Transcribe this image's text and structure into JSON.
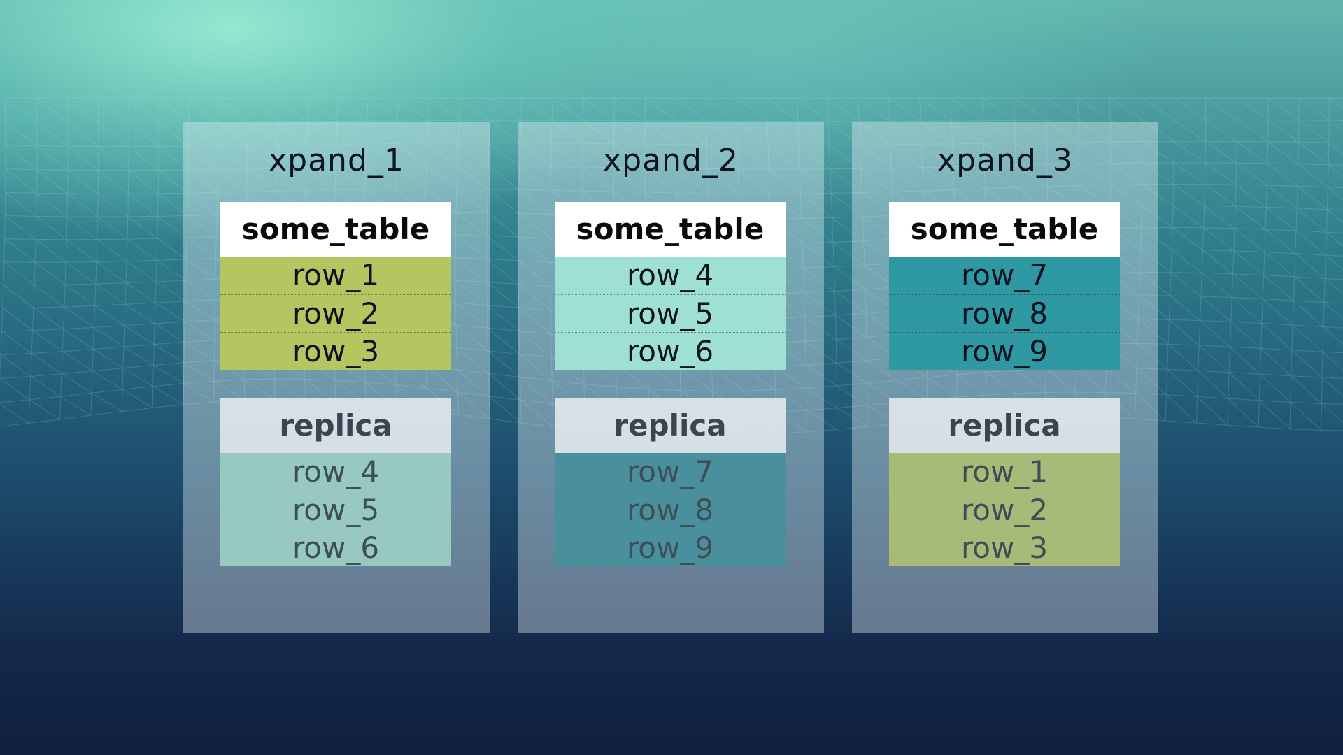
{
  "nodes": [
    {
      "title": "xpand_1",
      "primary": {
        "name": "some_table",
        "rows": [
          "row_1",
          "row_2",
          "row_3"
        ],
        "color": "#b5c55f"
      },
      "replica": {
        "name": "replica",
        "rows": [
          "row_4",
          "row_5",
          "row_6"
        ],
        "color": "#97c9c1"
      }
    },
    {
      "title": "xpand_2",
      "primary": {
        "name": "some_table",
        "rows": [
          "row_4",
          "row_5",
          "row_6"
        ],
        "color": "#9ee0d3"
      },
      "replica": {
        "name": "replica",
        "rows": [
          "row_7",
          "row_8",
          "row_9"
        ],
        "color": "#4a909c"
      }
    },
    {
      "title": "xpand_3",
      "primary": {
        "name": "some_table",
        "rows": [
          "row_7",
          "row_8",
          "row_9"
        ],
        "color": "#2e99a3"
      },
      "replica": {
        "name": "replica",
        "rows": [
          "row_1",
          "row_2",
          "row_3"
        ],
        "color": "#a7ba78"
      }
    }
  ]
}
